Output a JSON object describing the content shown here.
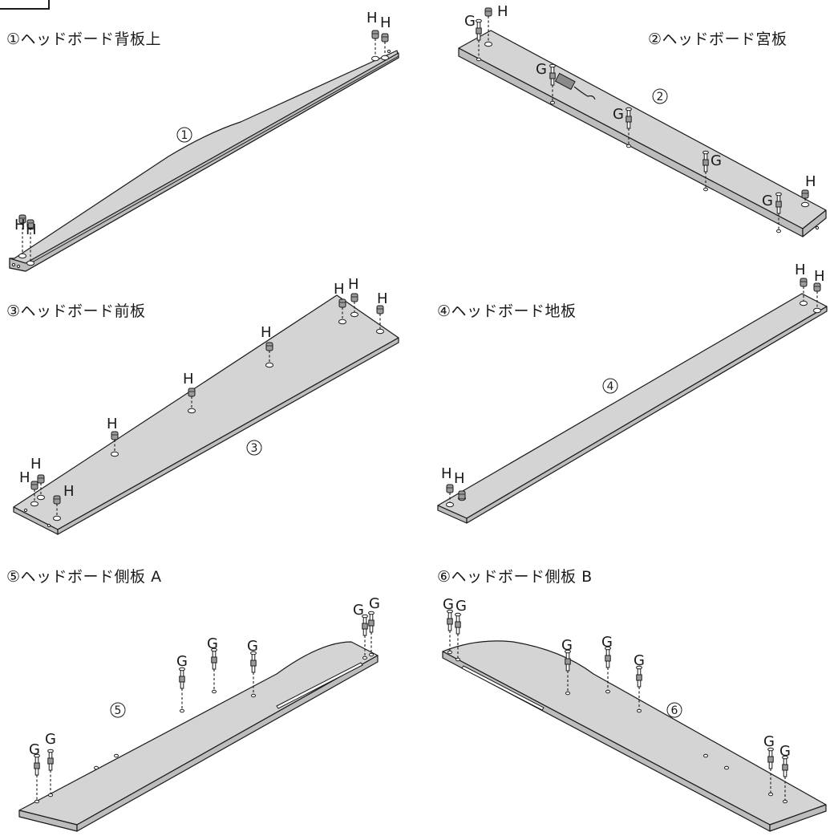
{
  "panels": [
    {
      "title": "①ヘッドボード背板上",
      "number": "1"
    },
    {
      "title": "②ヘッドボード宮板",
      "number": "2"
    },
    {
      "title": "③ヘッドボード前板",
      "number": "3"
    },
    {
      "title": "④ヘッドボード地板",
      "number": "4"
    },
    {
      "title": "⑤ヘッドボード側板 A",
      "number": "5"
    },
    {
      "title": "⑥ヘッドボード側板 B",
      "number": "6"
    }
  ],
  "hardware": {
    "g": "G",
    "h": "H"
  },
  "colors": {
    "panel_fill": "#d4d4d4",
    "edge_fill": "#bdbdbd",
    "line": "#1a1a1a"
  }
}
